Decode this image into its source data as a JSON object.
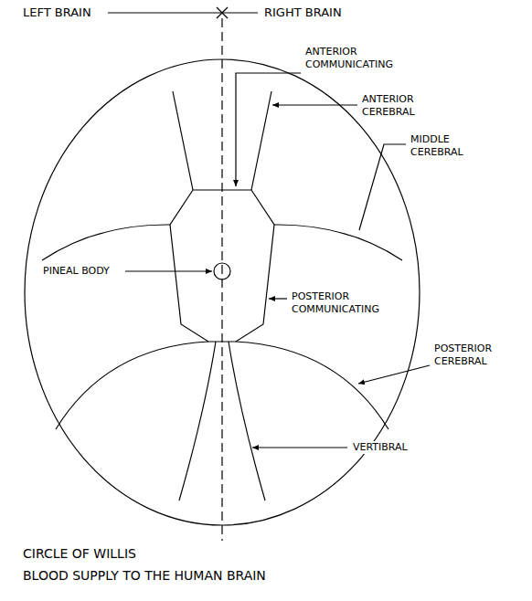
{
  "diagram": {
    "title": "CIRCLE OF WILLIS",
    "caption": "BLOOD SUPPLY TO THE HUMAN BRAIN",
    "labels": [
      "LEFT BRAIN",
      "RIGHT BRAIN",
      "ANTERIOR COMMUNICATING",
      "ANTERIOR CEREBRAL",
      "MIDDLE CEREBRAL",
      "PINEAL BODY",
      "POSTERIOR COMMUNICATING",
      "POSTERIOR CEREBRAL",
      "VERTIBRAL"
    ]
  }
}
